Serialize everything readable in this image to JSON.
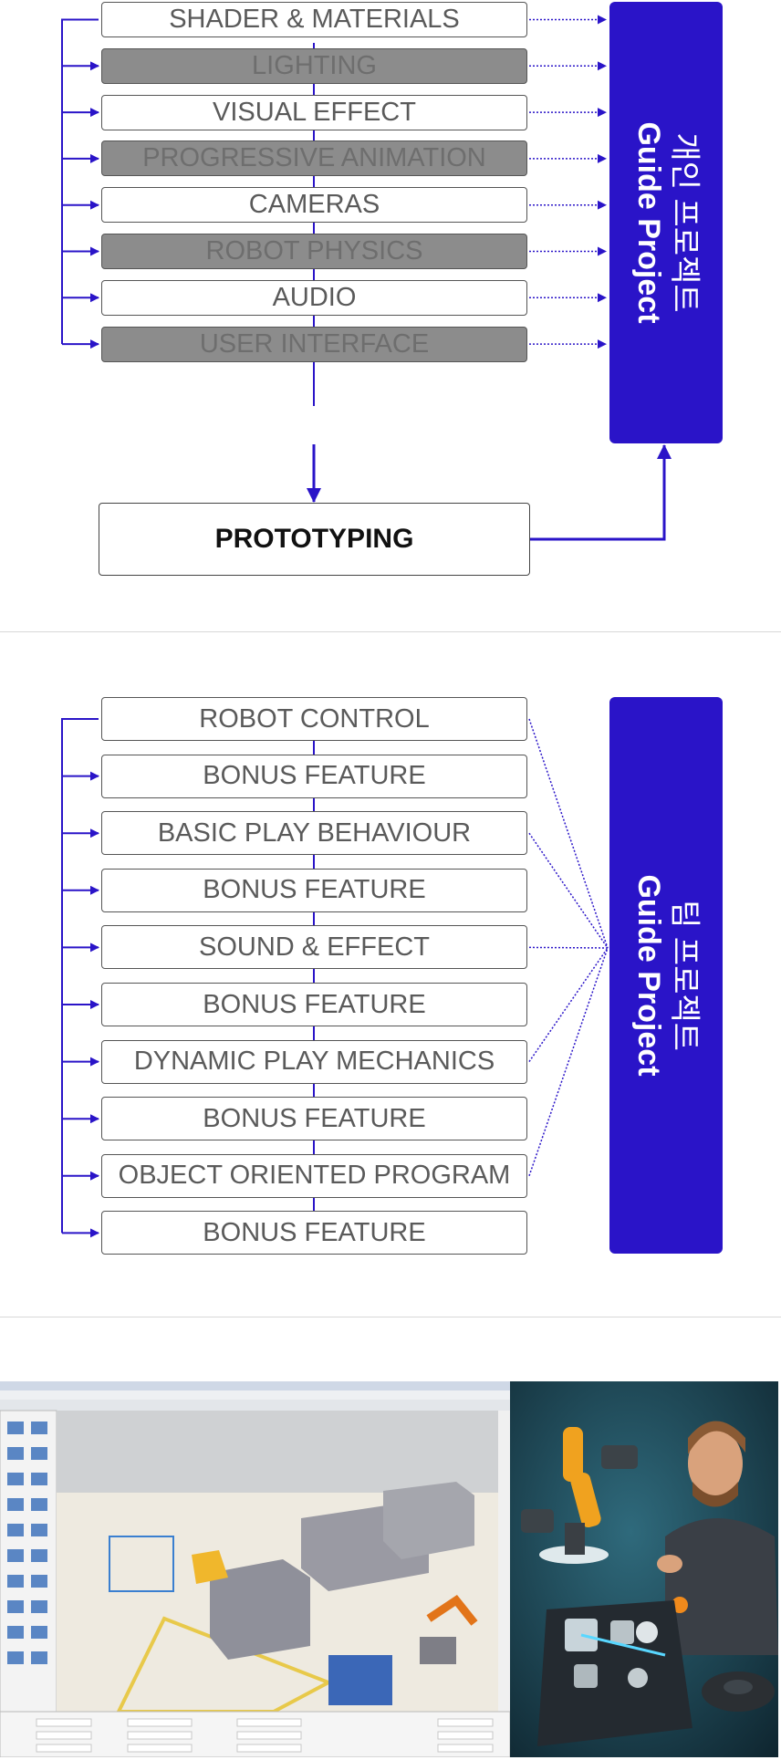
{
  "section1": {
    "items": [
      {
        "label": "SHADER & MATERIALS",
        "shade": "white"
      },
      {
        "label": "LIGHTING",
        "shade": "gray"
      },
      {
        "label": "VISUAL EFFECT",
        "shade": "white"
      },
      {
        "label": "PROGRESSIVE ANIMATION",
        "shade": "gray"
      },
      {
        "label": "CAMERAS",
        "shade": "white"
      },
      {
        "label": "ROBOT PHYSICS",
        "shade": "gray"
      },
      {
        "label": "AUDIO",
        "shade": "white"
      },
      {
        "label": "USER INTERFACE",
        "shade": "gray"
      }
    ],
    "prototyping": "PROTOTYPING",
    "guide": {
      "korean": "개인 프로젝트",
      "english": "Guide Project"
    }
  },
  "section2": {
    "items": [
      {
        "label": "ROBOT CONTROL",
        "linked": true
      },
      {
        "label": "BONUS FEATURE",
        "linked": false
      },
      {
        "label": "BASIC PLAY BEHAVIOUR",
        "linked": true
      },
      {
        "label": "BONUS FEATURE",
        "linked": false
      },
      {
        "label": "SOUND & EFFECT",
        "linked": true
      },
      {
        "label": "BONUS FEATURE",
        "linked": false
      },
      {
        "label": "DYNAMIC PLAY MECHANICS",
        "linked": true
      },
      {
        "label": "BONUS FEATURE",
        "linked": false
      },
      {
        "label": "OBJECT ORIENTED PROGRAM",
        "linked": true
      },
      {
        "label": "BONUS FEATURE",
        "linked": false
      }
    ],
    "guide": {
      "korean": "팀 프로젝트",
      "english": "Guide Project"
    }
  },
  "colors": {
    "accent": "#2a14c8",
    "box_gray": "#8c8c8c",
    "border": "#555555"
  },
  "images": [
    {
      "name": "factory-simulation-screenshot"
    },
    {
      "name": "vr-robot-avatar-illustration"
    }
  ]
}
